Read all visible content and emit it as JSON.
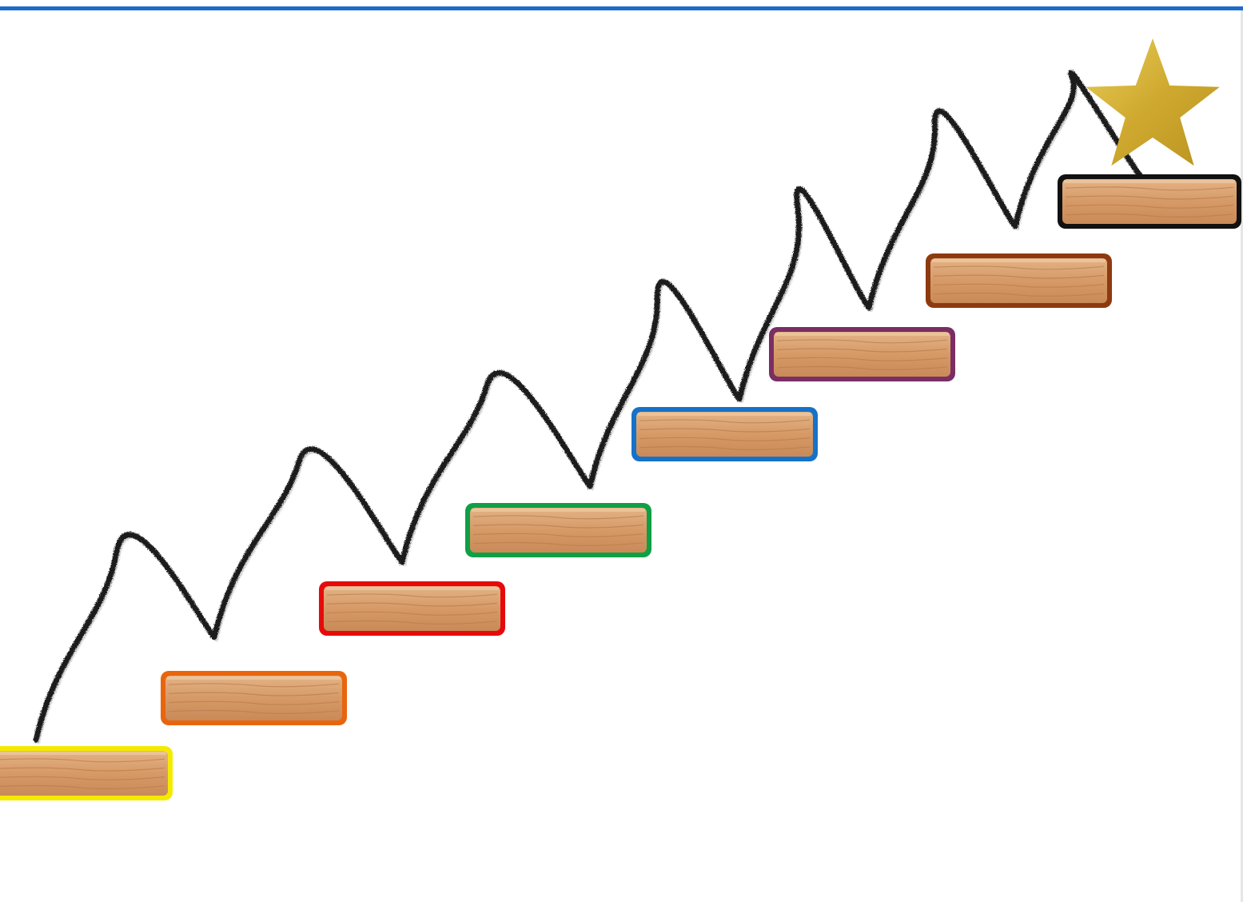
{
  "header": {
    "rule_color": "#1e6cc8"
  },
  "diagram": {
    "type": "staircase",
    "wood_color": "#d79b6a",
    "wood_grain_color": "#b97c4c",
    "path_color": "#1a1a1a",
    "goal": {
      "icon": "gold-star-icon",
      "color": "#d6b43a"
    },
    "steps": [
      {
        "id": 1,
        "border_color": "#f4ea00"
      },
      {
        "id": 2,
        "border_color": "#e8650e"
      },
      {
        "id": 3,
        "border_color": "#e60b0b"
      },
      {
        "id": 4,
        "border_color": "#0f9f45"
      },
      {
        "id": 5,
        "border_color": "#1672c8"
      },
      {
        "id": 6,
        "border_color": "#7a2e63"
      },
      {
        "id": 7,
        "border_color": "#8e3a10"
      },
      {
        "id": 8,
        "border_color": "#111111"
      }
    ]
  }
}
